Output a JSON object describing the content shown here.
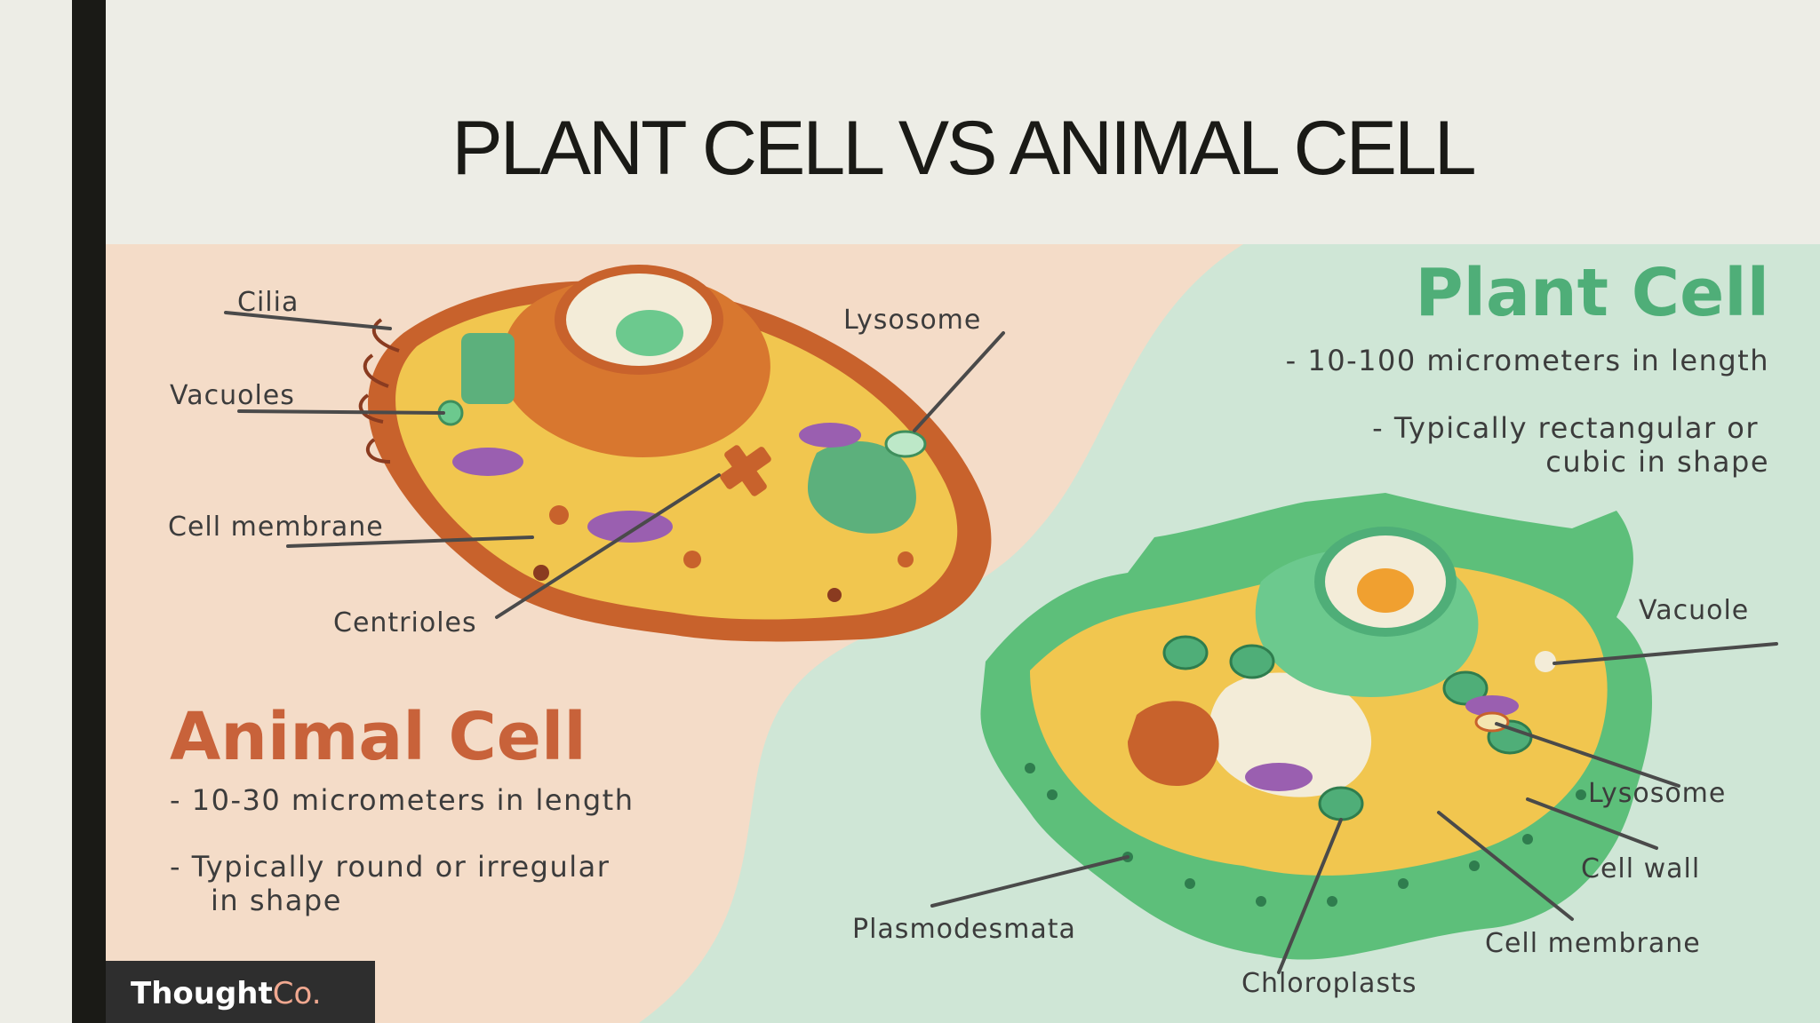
{
  "title": "PLANT CELL VS ANIMAL CELL",
  "animal": {
    "heading": "Animal Cell",
    "facts": [
      "- 10-30 micrometers in length",
      "- Typically round or irregular",
      "in shape"
    ],
    "labels": {
      "cilia": "Cilia",
      "vacuoles": "Vacuoles",
      "cell_membrane": "Cell membrane",
      "centrioles": "Centrioles",
      "lysosome": "Lysosome"
    }
  },
  "plant": {
    "heading": "Plant Cell",
    "facts": [
      "- 10-100 micrometers in length",
      "- Typically rectangular or",
      "cubic in shape"
    ],
    "labels": {
      "vacuole": "Vacuole",
      "lysosome": "Lysosome",
      "cell_wall": "Cell wall",
      "cell_membrane": "Cell membrane",
      "chloroplasts": "Chloroplasts",
      "plasmodesmata": "Plasmodesmata"
    }
  },
  "branding": {
    "name": "Thought",
    "suffix": "Co."
  },
  "colors": {
    "animal_bg": "#f4dcc8",
    "plant_bg": "#cfe6d6",
    "animal_accent": "#c8623a",
    "plant_accent": "#4fae78"
  }
}
